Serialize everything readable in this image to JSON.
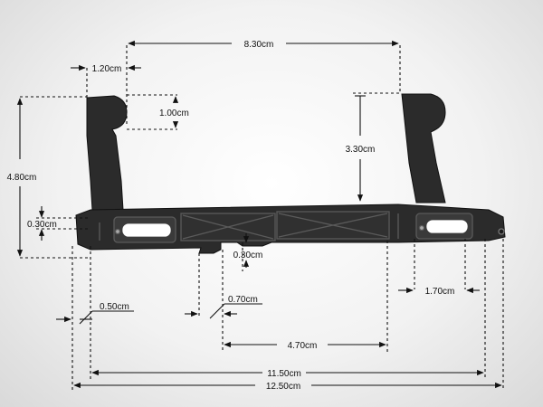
{
  "colors": {
    "part": "#2b2b2b",
    "part_edge": "#111111",
    "dim_line": "#111111",
    "background": "#eeeeee"
  },
  "dimensions": {
    "top_span": "8.30cm",
    "hook_width": "1.20cm",
    "hook_height": "1.00cm",
    "right_arm_height": "3.30cm",
    "overall_height": "4.80cm",
    "rail_height_left": "0.30cm",
    "notch_depth": "0.30cm",
    "slot_right": "1.70cm",
    "end_offset": "0.50cm",
    "notch_width": "0.70cm",
    "mid_span": "4.70cm",
    "inner_length": "11.50cm",
    "total_length": "12.50cm"
  }
}
